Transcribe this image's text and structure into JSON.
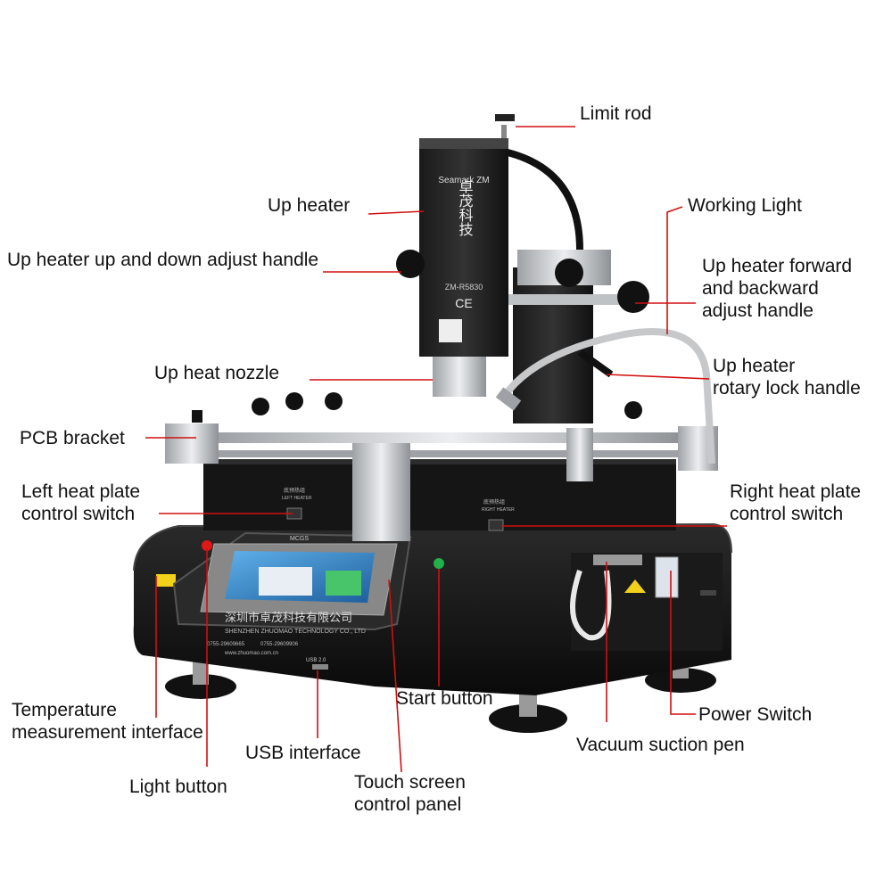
{
  "labels": {
    "limit_rod": "Limit rod",
    "up_heater": "Up heater",
    "working_light": "Working Light",
    "up_heater_adjust_handle": "Up heater up and down adjust handle",
    "forward_backward_line1": "Up heater forward",
    "forward_backward_line2": "and backward",
    "forward_backward_line3": "adjust handle",
    "up_heat_nozzle": "Up heat nozzle",
    "rotary_lock_line1": "Up heater",
    "rotary_lock_line2": "rotary lock handle",
    "pcb_bracket": "PCB bracket",
    "left_switch_line1": "Left heat plate",
    "left_switch_line2": "control switch",
    "right_switch_line1": "Right heat plate",
    "right_switch_line2": "control switch",
    "start_button": "Start button",
    "temperature_line1": "Temperature",
    "temperature_line2": "measurement interface",
    "power_switch": "Power Switch",
    "usb_interface": "USB interface",
    "vacuum_pen": "Vacuum suction pen",
    "light_button": "Light button",
    "touch_screen_line1": "Touch screen",
    "touch_screen_line2": "control panel"
  },
  "device": {
    "brand": "Seamark ZM",
    "chinese_brand": "卓茂科技",
    "model": "ZM-R5830",
    "ce_mark": "CE",
    "company_cn": "深圳市卓茂科技有限公司",
    "company_en": "SHENZHEN ZHUOMAO TECHNOLOGY CO., LTD",
    "phone_1": "0755-29609665",
    "phone_2": "0755-29609906",
    "website": "www.zhuomao.com.cn",
    "usb_label": "USB 2.0",
    "screen_header": "MCGS",
    "left_heater_cn": "底预热组",
    "left_heater_en": "LEFT HEATER",
    "right_heater_cn": "底预热组",
    "right_heater_en": "RIGHT HEATER"
  },
  "colors": {
    "leader_line": "#d01010",
    "machine_body": "#141414",
    "aluminum": "#c8cacc",
    "screen": "#3a8fd0"
  }
}
